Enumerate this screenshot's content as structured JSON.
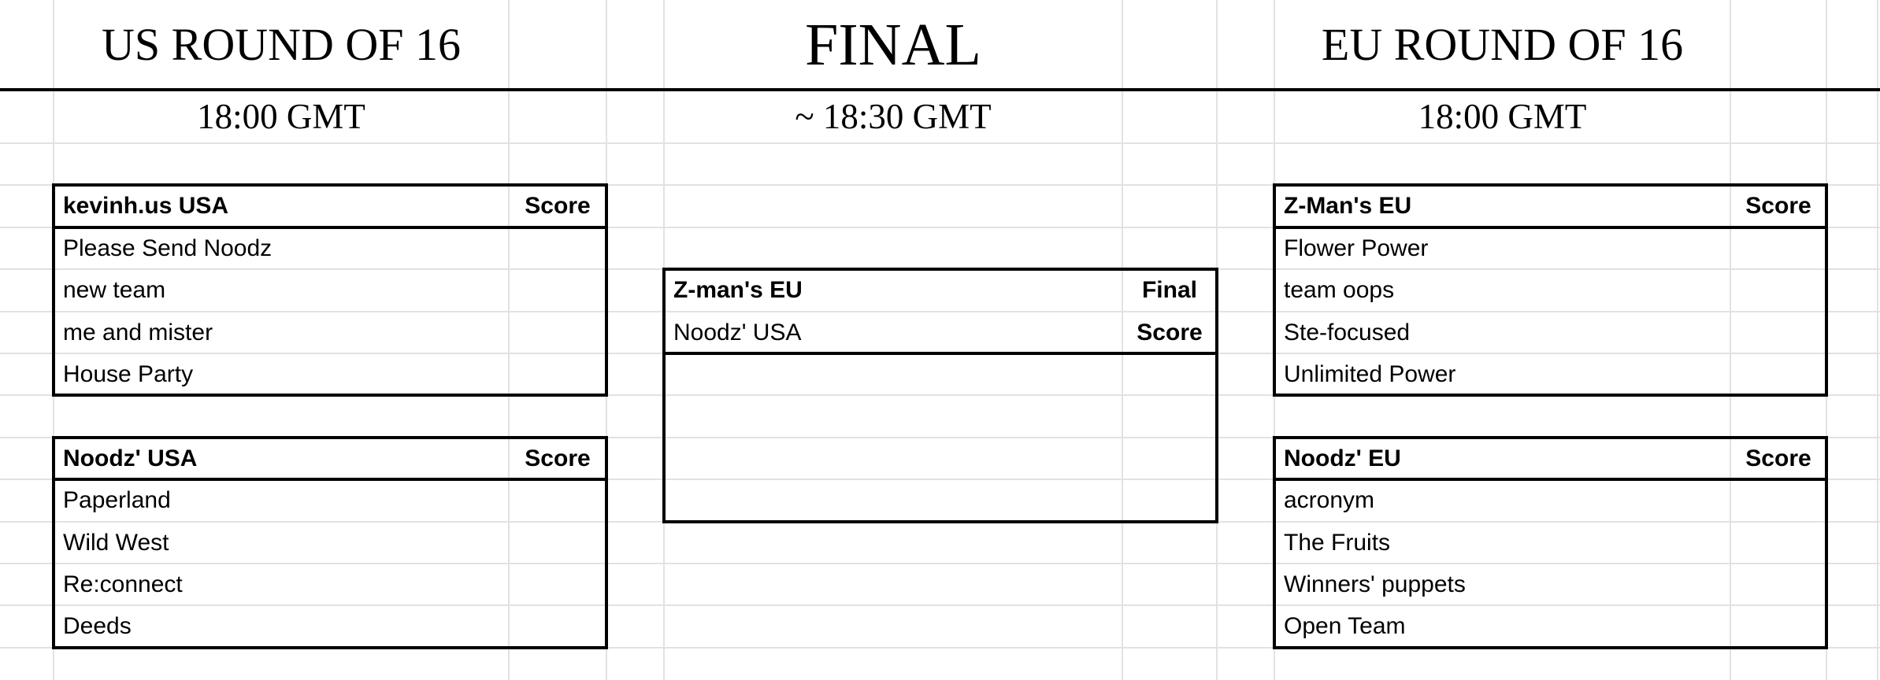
{
  "colors": {
    "background": "#ffffff",
    "gridline": "#e2e2e2",
    "border": "#000000",
    "text": "#000000"
  },
  "sections": {
    "us": {
      "title": "US ROUND OF 16",
      "time": "18:00 GMT",
      "matches": [
        {
          "name": "kevinh.us USA",
          "label": "Score",
          "teams": [
            "Please Send Noodz",
            "new team",
            "me and mister",
            "House Party"
          ]
        },
        {
          "name": "Noodz' USA",
          "label": "Score",
          "teams": [
            "Paperland",
            "Wild West",
            "Re:connect",
            "Deeds"
          ]
        }
      ]
    },
    "final": {
      "title": "FINAL",
      "time": "~ 18:30 GMT",
      "match": {
        "rows": [
          {
            "name": "Z-man's EU",
            "label": "Final"
          },
          {
            "name": "Noodz' USA",
            "label": "Score"
          }
        ]
      }
    },
    "eu": {
      "title": "EU ROUND OF 16",
      "time": "18:00 GMT",
      "matches": [
        {
          "name": "Z-Man's EU",
          "label": "Score",
          "teams": [
            "Flower Power",
            "team oops",
            "Ste-focused",
            "Unlimited Power"
          ]
        },
        {
          "name": "Noodz' EU",
          "label": "Score",
          "teams": [
            "acronym",
            "The Fruits",
            "Winners' puppets",
            "Open Team"
          ]
        }
      ]
    }
  }
}
